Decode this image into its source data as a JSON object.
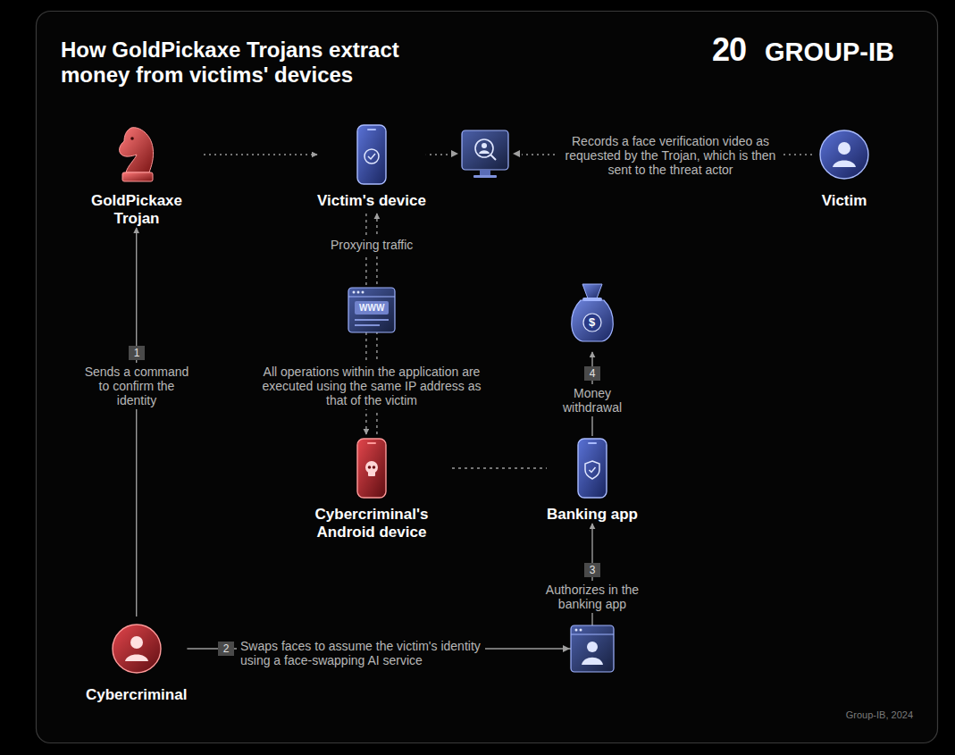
{
  "diagram": {
    "title": "How GoldPickaxe Trojans extract money from victims' devices",
    "nodes": [
      {
        "text": [
          "GoldPickaxe Trojan"
        ]
      },
      {
        "text": [
          "Victim's device"
        ]
      },
      {
        "text": [
          "Victim"
        ]
      },
      {
        "text": [
          "Cybercriminal's Android device"
        ]
      },
      {
        "text": [
          "Banking app"
        ]
      },
      {
        "text": [
          "Cybercriminal"
        ]
      }
    ],
    "edges": [
      {
        "from": 0,
        "to": 1,
        "arrow": "to"
      },
      {
        "from": 2,
        "to": 1,
        "arrow": "none",
        "label": "Records a face verification video as requested by the Trojan, which is then sent to the threat actor"
      },
      {
        "from": 1,
        "to": 3,
        "arrow": "both",
        "label": "Proxying traffic"
      },
      {
        "from": 3,
        "to": 4,
        "arrow": "none"
      },
      {
        "from": 5,
        "to": 0,
        "arrow": "to",
        "label": "Sends a command to confirm the identity"
      },
      {
        "from": 5,
        "to": 4,
        "arrow": "to",
        "label": "Swaps faces to assume the victim's identity using a face-swapping AI service"
      }
    ],
    "labels": [
      "20",
      "GROUP-IB",
      "1",
      "All operations within the application are executed using the same IP address as that of the victim",
      "WWW",
      "$",
      "4",
      "Money withdrawal",
      "2",
      "3",
      "Authorizes in the banking app",
      "Group-IB, 2024"
    ]
  }
}
